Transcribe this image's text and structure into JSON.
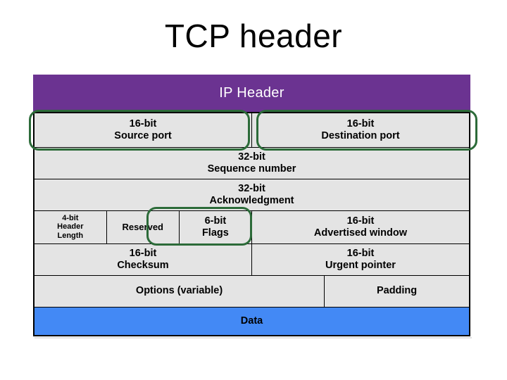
{
  "slide": {
    "title": "TCP header",
    "background_color": "#ffffff"
  },
  "colors": {
    "ip_header_purple": "#6b3391",
    "field_gray": "#e4e4e4",
    "data_blue": "#4389f5",
    "annotation_green": "#2c6b39",
    "border_black": "#000000",
    "text_black": "#000000",
    "ip_header_text": "#ffffff"
  },
  "diagram": {
    "name": "tcp-header-layout",
    "ip_header": {
      "label": "IP Header"
    },
    "rows": [
      {
        "name": "ports-row",
        "cells": [
          {
            "name": "source-port",
            "line1": "16-bit",
            "line2": "Source port",
            "colspan": 3,
            "highlighted": true
          },
          {
            "name": "destination-port",
            "line1": "16-bit",
            "line2": "Destination port",
            "colspan": 3,
            "highlighted": true
          }
        ]
      },
      {
        "name": "sequence-number-row",
        "cells": [
          {
            "name": "sequence-number",
            "line1": "32-bit",
            "line2": "Sequence number",
            "colspan": 6,
            "highlighted": false
          }
        ]
      },
      {
        "name": "acknowledgment-row",
        "cells": [
          {
            "name": "acknowledgment",
            "line1": "32-bit",
            "line2": "Acknowledgment",
            "colspan": 6,
            "highlighted": false
          }
        ]
      },
      {
        "name": "flags-row",
        "cells": [
          {
            "name": "header-length",
            "line1": "4-bit",
            "line2": "Header",
            "line3": "Length",
            "colspan": 1,
            "highlighted": false
          },
          {
            "name": "reserved",
            "line1": "Reserved",
            "line2": "",
            "colspan": 1,
            "highlighted": false
          },
          {
            "name": "flags",
            "line1": "6-bit",
            "line2": "Flags",
            "colspan": 1,
            "highlighted": true
          },
          {
            "name": "advertised-window",
            "line1": "16-bit",
            "line2": "Advertised window",
            "colspan": 3,
            "highlighted": false
          }
        ]
      },
      {
        "name": "checksum-row",
        "cells": [
          {
            "name": "checksum",
            "line1": "16-bit",
            "line2": "Checksum",
            "colspan": 3,
            "highlighted": false
          },
          {
            "name": "urgent-pointer",
            "line1": "16-bit",
            "line2": "Urgent pointer",
            "colspan": 3,
            "highlighted": false
          }
        ]
      },
      {
        "name": "options-row",
        "cells": [
          {
            "name": "options",
            "line1": "Options (variable)",
            "line2": "",
            "colspan": 4,
            "highlighted": false
          },
          {
            "name": "padding",
            "line1": "Padding",
            "line2": "",
            "colspan": 2,
            "highlighted": false
          }
        ]
      },
      {
        "name": "data-row",
        "cells": [
          {
            "name": "data",
            "line1": "Data",
            "line2": "",
            "colspan": 6,
            "highlighted": false
          }
        ]
      }
    ],
    "annotations": [
      {
        "name": "highlight-source-port",
        "target": "source-port",
        "shape": "rounded-rectangle",
        "color": "#2c6b39"
      },
      {
        "name": "highlight-destination-port",
        "target": "destination-port",
        "shape": "rounded-rectangle",
        "color": "#2c6b39"
      },
      {
        "name": "highlight-flags",
        "target": "flags",
        "shape": "rounded-rectangle",
        "color": "#2c6b39"
      }
    ]
  }
}
